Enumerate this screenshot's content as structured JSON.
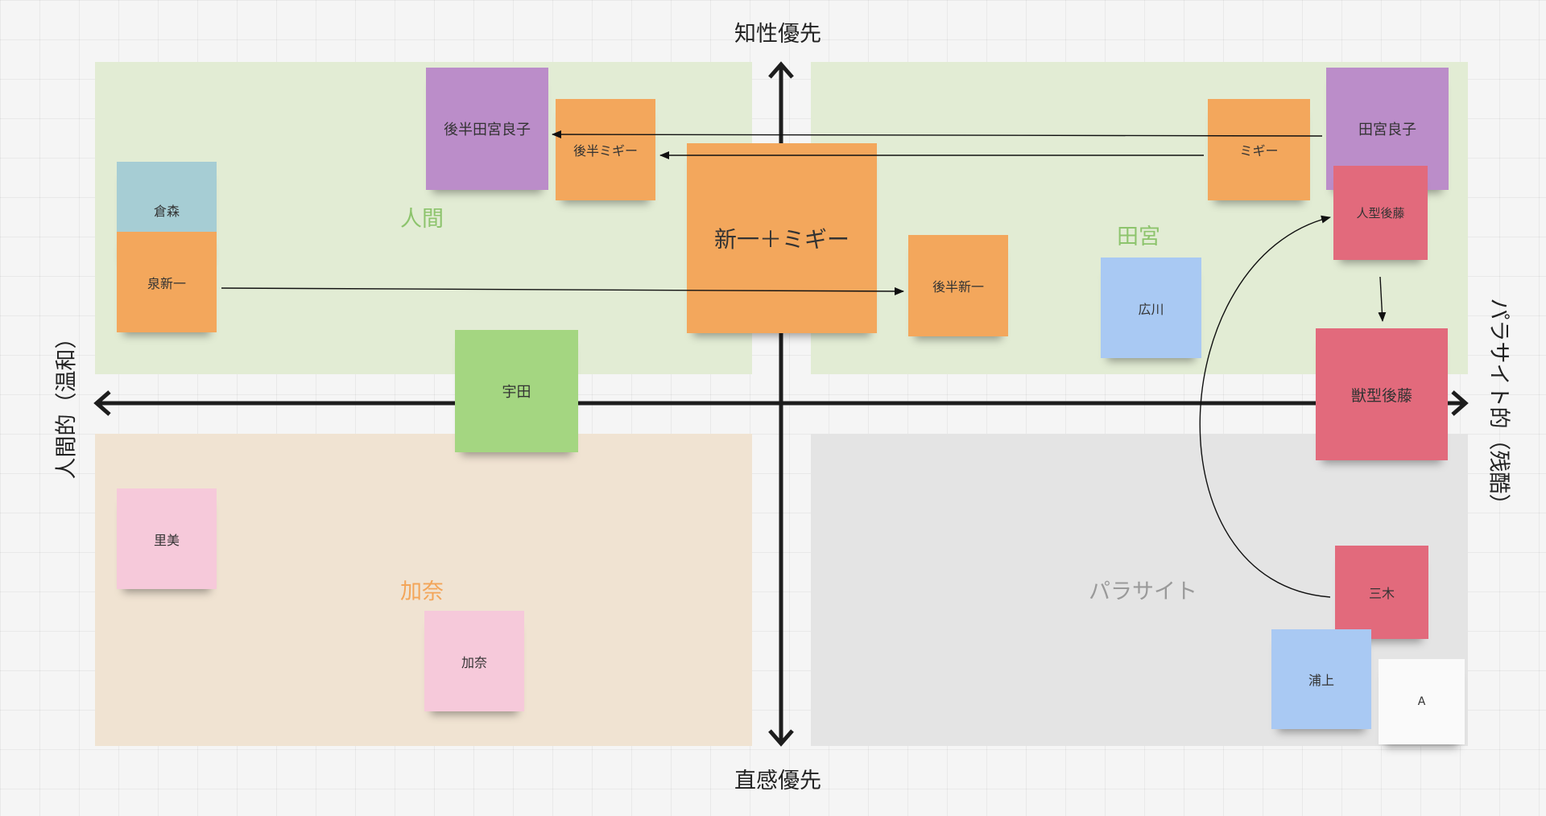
{
  "axes": {
    "top": "知性優先",
    "bottom": "直感優先",
    "left": "人間的（温和）",
    "right": "パラサイト的（残酷）"
  },
  "zones": {
    "human": "人間",
    "tamiya": "田宮",
    "kana": "加奈",
    "parasite": "パラサイト"
  },
  "colors": {
    "zone_human": "#e2ecd4",
    "zone_tamiya": "#e2ecd4",
    "zone_kana": "#f0e3d2",
    "zone_parasite": "#e4e4e4",
    "label_green": "#8dc46d",
    "label_orange": "#f3a559",
    "label_gray": "#9a9a9a",
    "note_orange": "#f3a75c",
    "note_purple": "#bb8dc9",
    "note_teal": "#a6cdd4",
    "note_green": "#a4d681",
    "note_pink": "#f6c9da",
    "note_blue": "#a9c9f3",
    "note_red": "#e26a7c",
    "note_white": "#fafafa"
  },
  "notes": {
    "kohan_tamiya": "後半田宮良子",
    "kohan_migi": "後半ミギー",
    "kuramori": "倉森",
    "izumi": "泉新一",
    "shinichi_migi": "新一＋ミギー",
    "kohan_shinichi": "後半新一",
    "uda": "宇田",
    "migi": "ミギー",
    "tamiya_ryoko": "田宮良子",
    "jinkei_goto": "人型後藤",
    "hirokawa": "広川",
    "jukei_goto": "獣型後藤",
    "satomi": "里美",
    "kana": "加奈",
    "miki": "三木",
    "urakami": "浦上",
    "a": "A"
  }
}
